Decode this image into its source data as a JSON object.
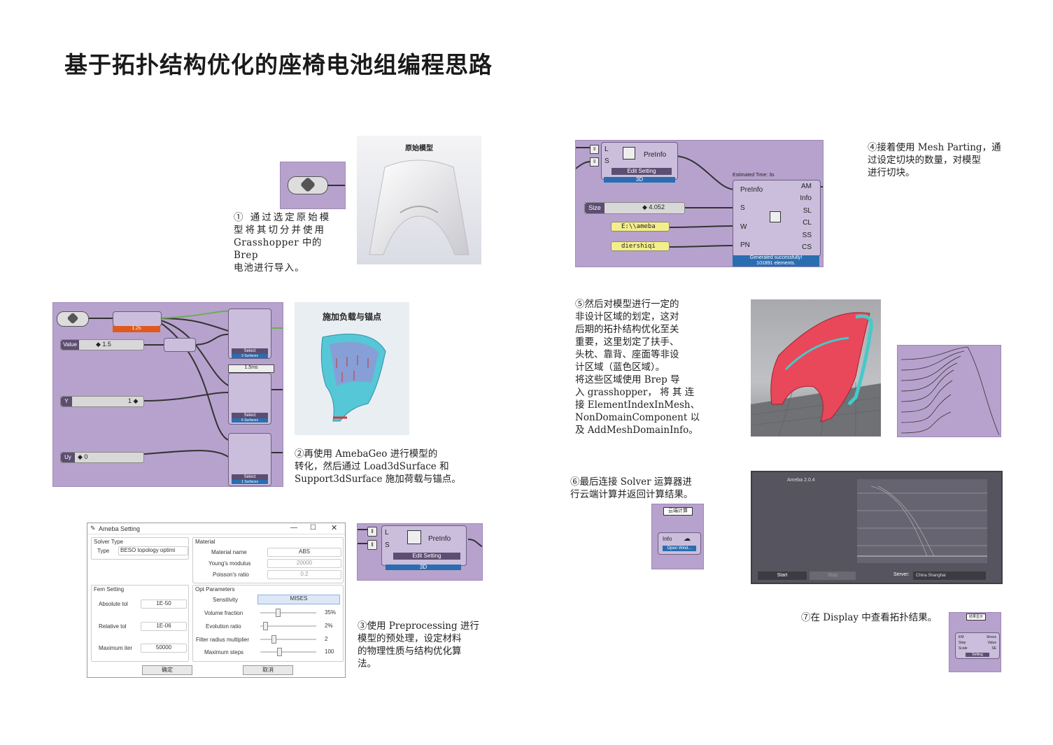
{
  "title": "基于拓扑结构优化的座椅电池组编程思路",
  "step1": {
    "caption_lines": [
      "① 通过选定原始模",
      "型将其切分并使用",
      "Grasshopper 中的 Brep",
      "电池进行导入。"
    ],
    "image_label": "原始模型"
  },
  "step2": {
    "caption_lines": [
      "②再使用 AmebaGeo 进行模型的",
      "转化，然后通过 Load3dSurface 和",
      "Support3dSurface 施加荷载与锚点。"
    ],
    "image_label": "施加负载与锚点",
    "gh": {
      "value_label": "Value",
      "value_val": "◆ 1.5",
      "y_label": "Y",
      "y_val": "1 ◆",
      "uy_label": "Uy",
      "uy_val": "◆ 0",
      "select1": "Select",
      "sub1": "3 Surfaces",
      "select2": "Select",
      "sub2": "6 Surfaces",
      "select3": "Select",
      "sub3": "1 Surfaces",
      "timer": "1.2s",
      "timer2": "1.5ms"
    }
  },
  "step3": {
    "caption_lines": [
      "③使用 Preprocessing 进行",
      "模型的预处理，设定材料",
      "的物理性质与结构优化算",
      "法。"
    ],
    "dialog": {
      "title": "Ameba Setting",
      "solver_type": "Solver Type",
      "type_label": "Type",
      "type_value": "BESO topology optimi",
      "fem_setting": "Fem Setting",
      "abs_tol_label": "Absolute tol",
      "abs_tol_value": "1E-50",
      "rel_tol_label": "Relative tol",
      "rel_tol_value": "1E-06",
      "max_iter_label": "Maximum iter",
      "max_iter_value": "50000",
      "material": "Material",
      "mat_name_label": "Material name",
      "mat_name_value": "ABS",
      "young_label": "Young's modulus",
      "young_value": "20000",
      "poisson_label": "Poisson's ratio",
      "poisson_value": "0.2",
      "opt_params": "Opt Parameters",
      "sens_label": "Sensitivity",
      "sens_value": "MISES",
      "vf_label": "Volume fraction",
      "vf_value": "35%",
      "er_label": "Evolution ratio",
      "er_value": "2%",
      "frm_label": "Filter radius multiplier",
      "frm_value": "2",
      "ms_label": "Maximum steps",
      "ms_value": "100",
      "ok": "确定",
      "cancel": "取消"
    },
    "node": {
      "l": "L",
      "s": "S",
      "name": "PreInfo",
      "edit": "Edit Setting",
      "mode": "3D"
    }
  },
  "step4": {
    "caption_lines": [
      "④接着使用 Mesh Parting，通",
      "过设定切块的数量，对模型",
      "进行切块。"
    ],
    "gh": {
      "l": "L",
      "s": "S",
      "name": "PreInfo",
      "edit": "Edit Setting",
      "mode": "3D",
      "estimated": "Estimated Time: 3s",
      "size_label": "Size",
      "size_value": "◆ 4.052",
      "path": "E:\\\\ameba",
      "pn": "diershiqi",
      "in_ports": [
        "PreInfo",
        "S",
        "W",
        "PN"
      ],
      "out_ports": [
        "AM",
        "Info",
        "SL",
        "CL",
        "SS",
        "CS"
      ],
      "status1": "Generated successfully!",
      "status2": "101891 elements."
    }
  },
  "step5": {
    "caption_lines": [
      "⑤然后对模型进行一定的",
      "非设计区域的划定，这对",
      "后期的拓扑结构优化至关",
      "重要，这里划定了扶手、",
      "头枕、靠背、座面等非设",
      "计区域（蓝色区域）。",
      "将这些区域使用 Brep 导",
      "入 grasshopper， 将 其 连",
      "接 ElementIndexInMesh、",
      "NonDomainComponent 以",
      "及 AddMeshDomainInfo。"
    ]
  },
  "step6": {
    "caption_lines": [
      "⑥最后连接 Solver 运算器进",
      "行云端计算并返回计算结果。"
    ],
    "node": {
      "tag": "云端计算",
      "info": "Info",
      "open": "Open Wind..."
    },
    "solver": {
      "version": "Ameba 2.0.4",
      "start": "Start",
      "stop": "Stop",
      "server_label": "Server:",
      "server_value": "China Shanghai"
    }
  },
  "step7": {
    "caption": "⑦在 Display 中查看拓扑结果。",
    "node": {
      "tag": "结果显示",
      "ports_in": [
        "EM",
        "Step",
        "Scale"
      ],
      "ports_out": [
        "Stress",
        "Value",
        "SE"
      ],
      "btn": "Setting"
    }
  },
  "colors": {
    "grasshopper_bg": "#b7a2cd",
    "accent_blue": "#2a6db0",
    "chair_red": "#e8485a",
    "chair_cyan": "#46c9c9"
  }
}
